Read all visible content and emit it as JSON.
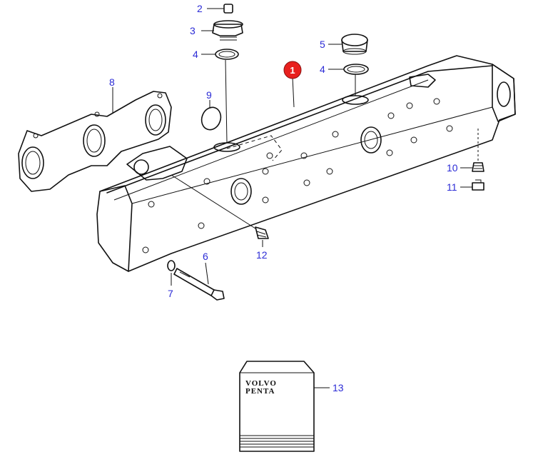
{
  "diagram": {
    "main_badge": "1",
    "callouts": [
      "2",
      "3",
      "4",
      "4",
      "5",
      "6",
      "7",
      "8",
      "9",
      "10",
      "11",
      "12",
      "13"
    ],
    "book": {
      "line1": "VOLVO",
      "line2": "PENTA"
    },
    "colors": {
      "callout_text": "#2b2bd6",
      "badge_fill": "#e8201e",
      "line": "#111111"
    }
  }
}
